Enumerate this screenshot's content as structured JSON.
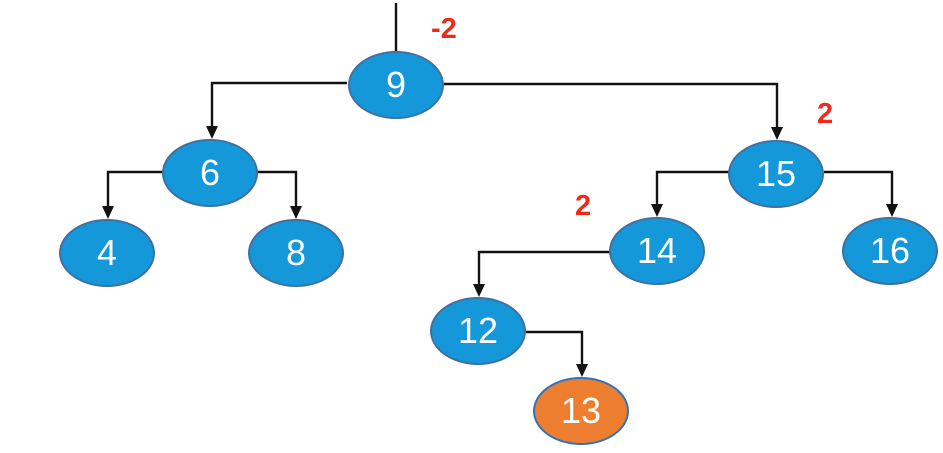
{
  "diagram": {
    "type": "binary-tree",
    "background": "#ffffff",
    "colors": {
      "node_fill": "#1598da",
      "node_border": "#40709f",
      "highlight_node_fill": "#ee7e2f",
      "highlight_node_border": "#3173b8",
      "node_text": "#ffffff",
      "edge": "#121212",
      "annotation_text": "#ee2b18"
    },
    "nodes": [
      {
        "value": "9",
        "highlighted": false
      },
      {
        "value": "6",
        "highlighted": false
      },
      {
        "value": "4",
        "highlighted": false
      },
      {
        "value": "8",
        "highlighted": false
      },
      {
        "value": "15",
        "highlighted": false
      },
      {
        "value": "14",
        "highlighted": false
      },
      {
        "value": "16",
        "highlighted": false
      },
      {
        "value": "12",
        "highlighted": false
      },
      {
        "value": "13",
        "highlighted": true
      }
    ],
    "edges": [
      {
        "from": "9",
        "to": "6",
        "side": "left"
      },
      {
        "from": "9",
        "to": "15",
        "side": "right"
      },
      {
        "from": "6",
        "to": "4",
        "side": "left"
      },
      {
        "from": "6",
        "to": "8",
        "side": "right"
      },
      {
        "from": "15",
        "to": "14",
        "side": "left"
      },
      {
        "from": "15",
        "to": "16",
        "side": "right"
      },
      {
        "from": "14",
        "to": "12",
        "side": "left"
      },
      {
        "from": "12",
        "to": "13",
        "side": "right"
      }
    ],
    "incoming_edge_above_root": true,
    "annotations": [
      {
        "text": "-2",
        "near_node": "9"
      },
      {
        "text": "2",
        "near_node": "15"
      },
      {
        "text": "2",
        "near_node": "14"
      }
    ]
  }
}
